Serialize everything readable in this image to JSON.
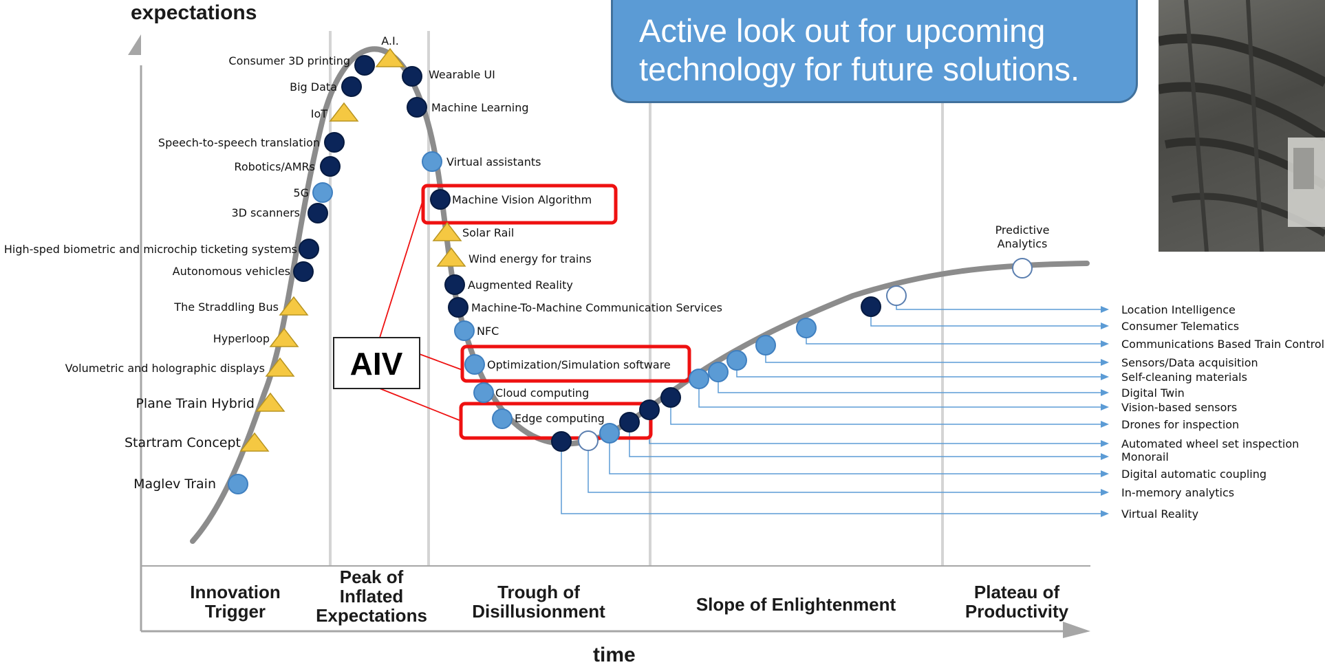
{
  "axis": {
    "y_label": "expectations",
    "x_label": "time"
  },
  "callout": {
    "line1": "Active look out for upcoming",
    "line2": "technology for future solutions."
  },
  "aiv_label": "AIV",
  "phases": [
    {
      "lines": [
        "Innovation",
        "Trigger"
      ]
    },
    {
      "lines": [
        "Peak of",
        "Inflated",
        "Expectations"
      ]
    },
    {
      "lines": [
        "Trough of",
        "Disillusionment"
      ]
    },
    {
      "lines": [
        "Slope of Enlightenment"
      ]
    },
    {
      "lines": [
        "Plateau of",
        "Productivity"
      ]
    }
  ],
  "colors": {
    "dark_dot": "#0b2559",
    "light_dot": "#5b9bd5",
    "triangle": "#f5c842",
    "curve": "#8c8c8c",
    "highlight": "#ee1111",
    "connector": "#5b9bd5",
    "callout": "#5b9bd5"
  },
  "markers": [
    {
      "label": "Maglev Train",
      "shape": "light"
    },
    {
      "label": "Startram Concept",
      "shape": "tri"
    },
    {
      "label": "Plane Train Hybrid",
      "shape": "tri"
    },
    {
      "label": "Volumetric and holographic displays",
      "shape": "tri"
    },
    {
      "label": "Hyperloop",
      "shape": "tri"
    },
    {
      "label": "The Straddling Bus",
      "shape": "tri"
    },
    {
      "label": "Autonomous vehicles",
      "shape": "dark"
    },
    {
      "label": "High-sped biometric and microchip ticketing systems",
      "shape": "dark"
    },
    {
      "label": "3D scanners",
      "shape": "dark"
    },
    {
      "label": "5G",
      "shape": "light"
    },
    {
      "label": "Robotics/AMRs",
      "shape": "dark"
    },
    {
      "label": "Speech-to-speech translation",
      "shape": "dark"
    },
    {
      "label": "IoT",
      "shape": "tri"
    },
    {
      "label": "Big Data",
      "shape": "dark"
    },
    {
      "label": "Consumer 3D printing",
      "shape": "dark"
    },
    {
      "label": "A.I.",
      "shape": "tri"
    },
    {
      "label": "Wearable UI",
      "shape": "dark"
    },
    {
      "label": "Machine Learning",
      "shape": "dark"
    },
    {
      "label": "Virtual assistants",
      "shape": "light"
    },
    {
      "label": "Machine Vision Algorithm",
      "shape": "dark"
    },
    {
      "label": "Solar Rail",
      "shape": "tri"
    },
    {
      "label": "Wind energy for trains",
      "shape": "tri"
    },
    {
      "label": "Augmented Reality",
      "shape": "dark"
    },
    {
      "label": "Machine-To-Machine Communication Services",
      "shape": "dark"
    },
    {
      "label": "NFC",
      "shape": "light"
    },
    {
      "label": "Optimization/Simulation software",
      "shape": "light"
    },
    {
      "label": "Cloud computing",
      "shape": "light"
    },
    {
      "label": "Edge computing",
      "shape": "light"
    },
    {
      "label": "Predictive Analytics",
      "shape": "hollow"
    }
  ],
  "right_list": [
    "Location Intelligence",
    "Consumer Telematics",
    "Communications Based Train Control",
    "Sensors/Data acquisition",
    "Self-cleaning materials",
    "Digital Twin",
    "Vision-based sensors",
    "Drones for inspection",
    "Automated wheel set inspection",
    "Monorail",
    "Digital automatic coupling",
    "In-memory analytics",
    "Virtual Reality"
  ],
  "right_list_shapes": [
    "hollow",
    "dark",
    "light",
    "light",
    "light",
    "light",
    "light",
    "dark",
    "dark",
    "dark",
    "light",
    "hollow",
    "dark"
  ]
}
